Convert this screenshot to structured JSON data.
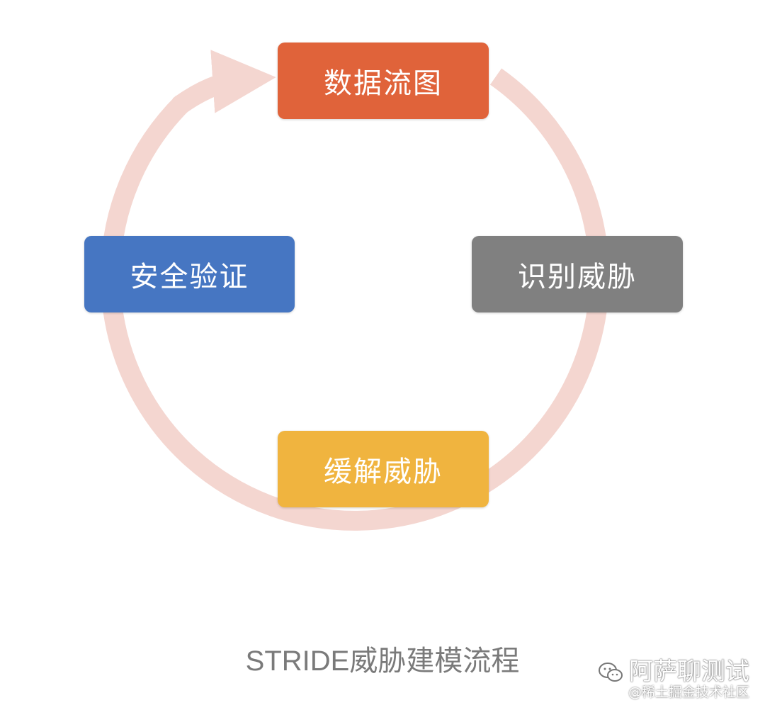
{
  "diagram": {
    "nodes": [
      {
        "id": "dfd",
        "label": "数据流图",
        "color": "#e0633a"
      },
      {
        "id": "identify",
        "label": "识别威胁",
        "color": "#808080"
      },
      {
        "id": "mitigate",
        "label": "缓解威胁",
        "color": "#f0b43f"
      },
      {
        "id": "verify",
        "label": "安全验证",
        "color": "#4676c2"
      }
    ],
    "cycle_color": "#f4d6d0",
    "caption": "STRIDE威胁建模流程"
  },
  "watermark": {
    "account": "阿萨聊测试",
    "source": "@稀土掘金技术社区",
    "icon": "wechat-icon"
  }
}
